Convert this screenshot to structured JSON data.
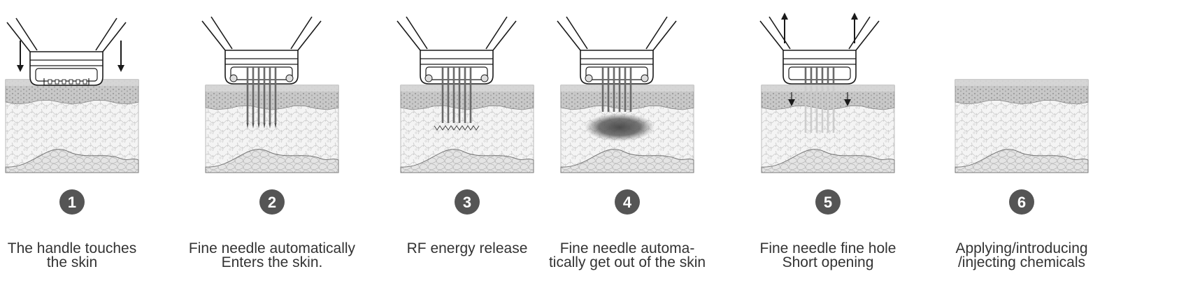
{
  "colors": {
    "outline": "#1a1a1a",
    "epidermis": "#cfcfcf",
    "dermis": "#f3f3f3",
    "badge": "#555555",
    "rf_cloud": "#555555",
    "caption": "#333333"
  },
  "steps": [
    {
      "number": "1",
      "caption_lines": [
        "The handle touches",
        "the skin"
      ]
    },
    {
      "number": "2",
      "caption_lines": [
        "Fine needle automatically",
        "Enters the skin."
      ]
    },
    {
      "number": "3",
      "caption_lines": [
        "RF energy release"
      ]
    },
    {
      "number": "4",
      "caption_lines": [
        "Fine needle automa-",
        "tically get out of the skin"
      ]
    },
    {
      "number": "5",
      "caption_lines": [
        "Fine needle fine hole",
        "Short opening"
      ]
    },
    {
      "number": "6",
      "caption_lines": [
        "Applying/introducing",
        "/injecting chemicals"
      ]
    }
  ]
}
